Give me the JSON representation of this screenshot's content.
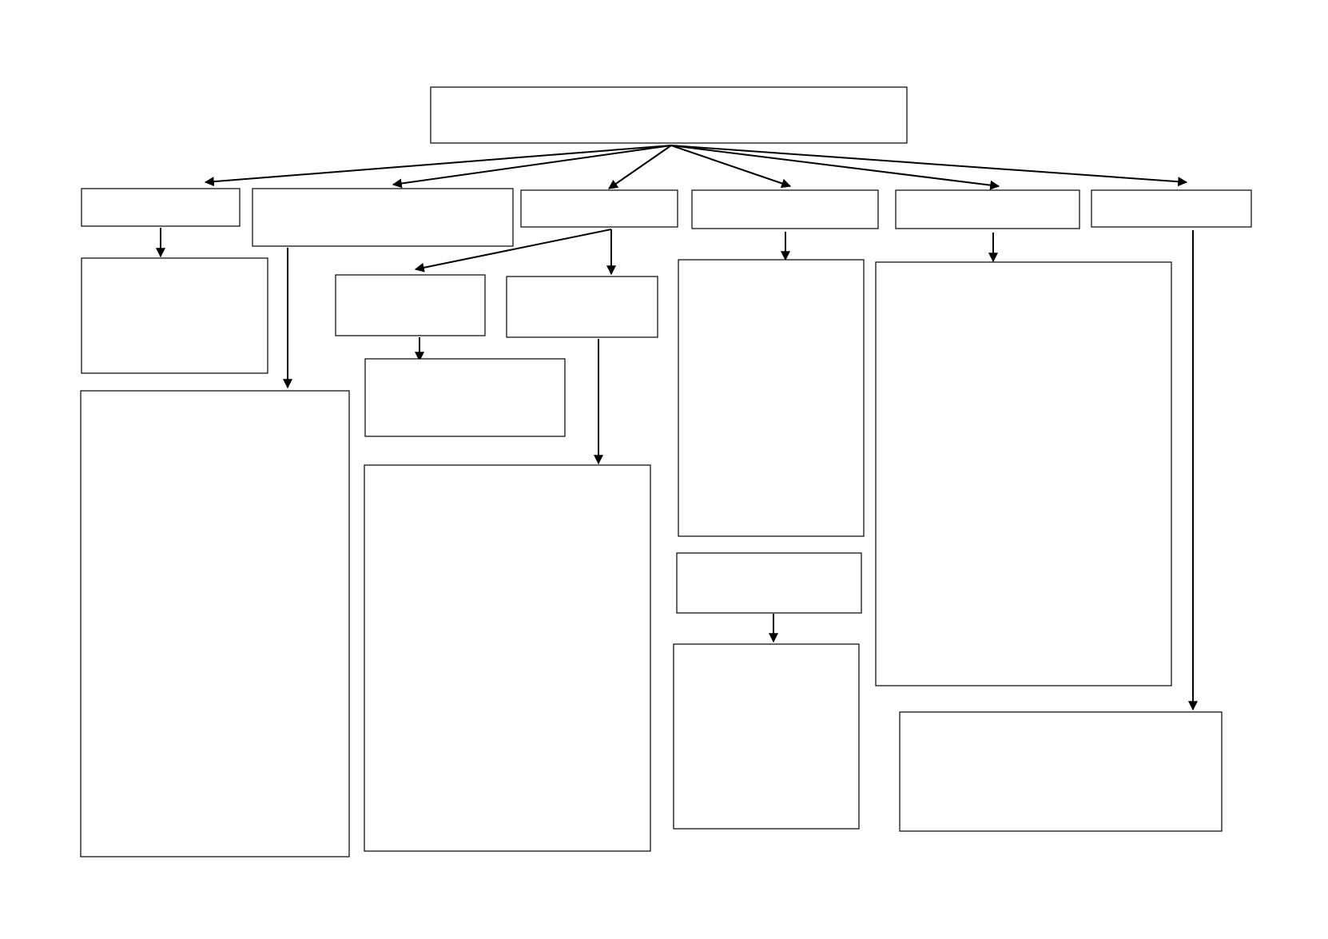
{
  "diagram": {
    "colors": {
      "background": "#ffffff",
      "stroke": "#000000"
    },
    "nodes": [
      {
        "id": "root",
        "text": ""
      },
      {
        "id": "branch-1",
        "text": ""
      },
      {
        "id": "branch-2",
        "text": ""
      },
      {
        "id": "branch-3",
        "text": ""
      },
      {
        "id": "branch-4",
        "text": ""
      },
      {
        "id": "branch-5",
        "text": ""
      },
      {
        "id": "branch-6",
        "text": ""
      },
      {
        "id": "branch-1-child",
        "text": ""
      },
      {
        "id": "branch-2-child",
        "text": ""
      },
      {
        "id": "branch-3-sub-a",
        "text": ""
      },
      {
        "id": "branch-3-sub-a-child",
        "text": ""
      },
      {
        "id": "branch-3-sub-b",
        "text": ""
      },
      {
        "id": "branch-3-sub-b-child",
        "text": ""
      },
      {
        "id": "branch-4-child",
        "text": ""
      },
      {
        "id": "branch-4-sub",
        "text": ""
      },
      {
        "id": "branch-4-sub-child",
        "text": ""
      },
      {
        "id": "branch-5-child",
        "text": ""
      },
      {
        "id": "branch-6-child",
        "text": ""
      }
    ],
    "edges": [
      {
        "from": "root",
        "to": "branch-1"
      },
      {
        "from": "root",
        "to": "branch-2"
      },
      {
        "from": "root",
        "to": "branch-3"
      },
      {
        "from": "root",
        "to": "branch-4"
      },
      {
        "from": "root",
        "to": "branch-5"
      },
      {
        "from": "root",
        "to": "branch-6"
      },
      {
        "from": "branch-1",
        "to": "branch-1-child"
      },
      {
        "from": "branch-2",
        "to": "branch-2-child"
      },
      {
        "from": "branch-3",
        "to": "branch-3-sub-a"
      },
      {
        "from": "branch-3",
        "to": "branch-3-sub-b"
      },
      {
        "from": "branch-3-sub-a",
        "to": "branch-3-sub-a-child"
      },
      {
        "from": "branch-3-sub-b",
        "to": "branch-3-sub-b-child"
      },
      {
        "from": "branch-4",
        "to": "branch-4-child"
      },
      {
        "from": "branch-4-sub",
        "to": "branch-4-sub-child"
      },
      {
        "from": "branch-5",
        "to": "branch-5-child"
      },
      {
        "from": "branch-6",
        "to": "branch-6-child"
      }
    ]
  }
}
